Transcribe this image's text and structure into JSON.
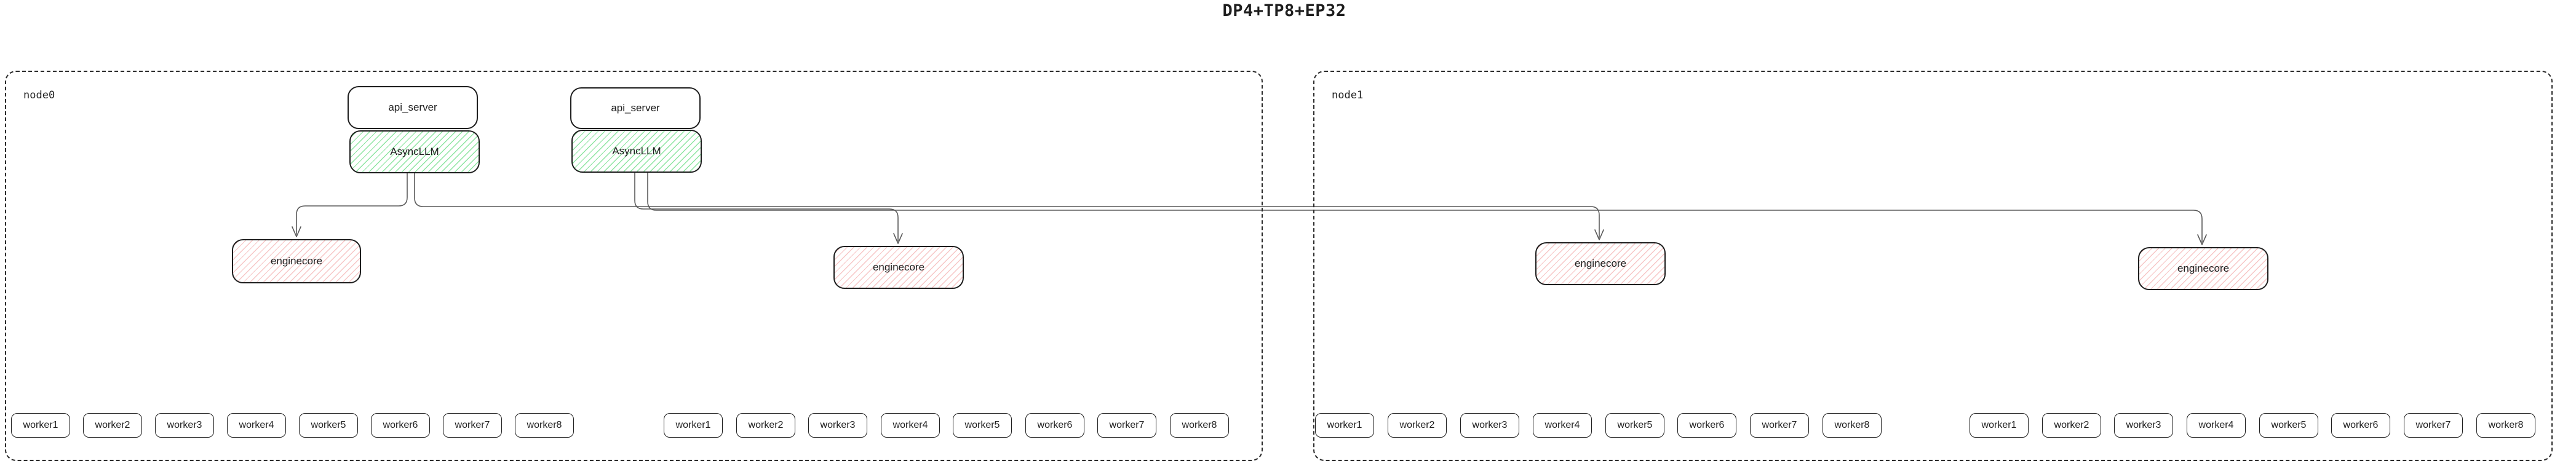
{
  "title": "DP4+TP8+EP32",
  "colors": {
    "background": "#ffffff",
    "text": "#1e1e1e",
    "box_border": "#1e1e1e",
    "node_border": "#2b2b2b",
    "asyncllm_hatch": "#8de5a1",
    "enginecore_hatch": "#f7c6c6",
    "connector": "#5a5a5a"
  },
  "nodes": [
    {
      "label": "node0",
      "servers": [
        {
          "api": "api_server",
          "llm": "AsyncLLM"
        },
        {
          "api": "api_server",
          "llm": "AsyncLLM"
        }
      ],
      "enginecores": [
        "enginecore",
        "enginecore"
      ],
      "worker_groups": [
        [
          "worker1",
          "worker2",
          "worker3",
          "worker4",
          "worker5",
          "worker6",
          "worker7",
          "worker8"
        ],
        [
          "worker1",
          "worker2",
          "worker3",
          "worker4",
          "worker5",
          "worker6",
          "worker7",
          "worker8"
        ]
      ]
    },
    {
      "label": "node1",
      "servers": [],
      "enginecores": [
        "enginecore",
        "enginecore"
      ],
      "worker_groups": [
        [
          "worker1",
          "worker2",
          "worker3",
          "worker4",
          "worker5",
          "worker6",
          "worker7",
          "worker8"
        ],
        [
          "worker1",
          "worker2",
          "worker3",
          "worker4",
          "worker5",
          "worker6",
          "worker7",
          "worker8"
        ]
      ]
    }
  ]
}
